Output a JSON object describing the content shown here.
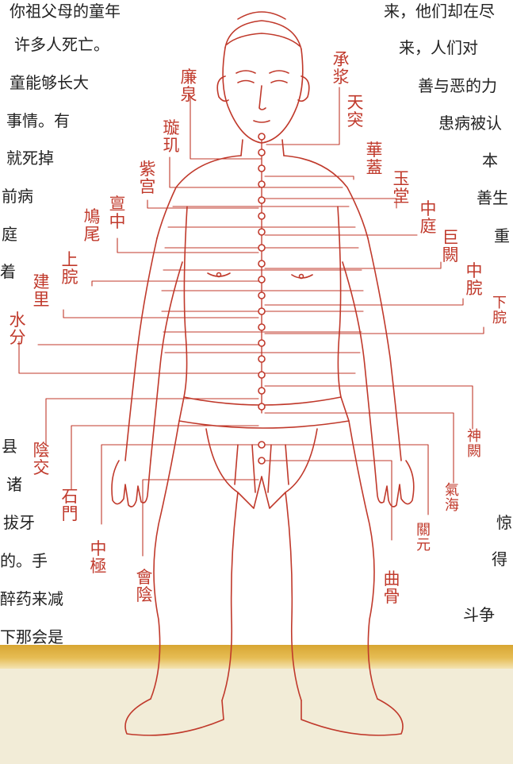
{
  "colors": {
    "ink": "#c0392b",
    "text": "#222222",
    "floor": "#e0b447",
    "paper": "#ffffff"
  },
  "left_text": [
    "你祖父母的童年",
    "许多人死亡。",
    "童能够长大",
    "事情。有",
    "就死掉",
    "前病",
    "庭",
    "着",
    "县",
    "诸",
    "拔牙",
    "的。手",
    "醉药来减",
    "下那会是"
  ],
  "right_text": [
    "来，他们却在尽",
    "来，人们对",
    "善与恶的力",
    "患病被认",
    "本",
    "善生",
    "重",
    "惊",
    "得",
    "斗争"
  ],
  "labels": {
    "lianquan": "廉泉",
    "chengjiang": "承浆",
    "xuanji": "璇玑",
    "tiantu": "天突",
    "zigong": "紫宫",
    "huagai": "華蓋",
    "tanzhong": "亶中",
    "yutang": "玉堂",
    "jiuwei": "鳩尾",
    "zhongting": "中庭",
    "shangwan": "上脘",
    "juque": "巨闕",
    "jianli": "建里",
    "zhongwan": "中脘",
    "xiawan": "下脘",
    "shuifen": "水分",
    "yinjiao": "陰交",
    "shenque": "神闕",
    "shimen": "石門",
    "qihai": "氣海",
    "zhongji": "中極",
    "guanyuan": "關元",
    "huiyin": "會陰",
    "qugu": "曲骨"
  }
}
